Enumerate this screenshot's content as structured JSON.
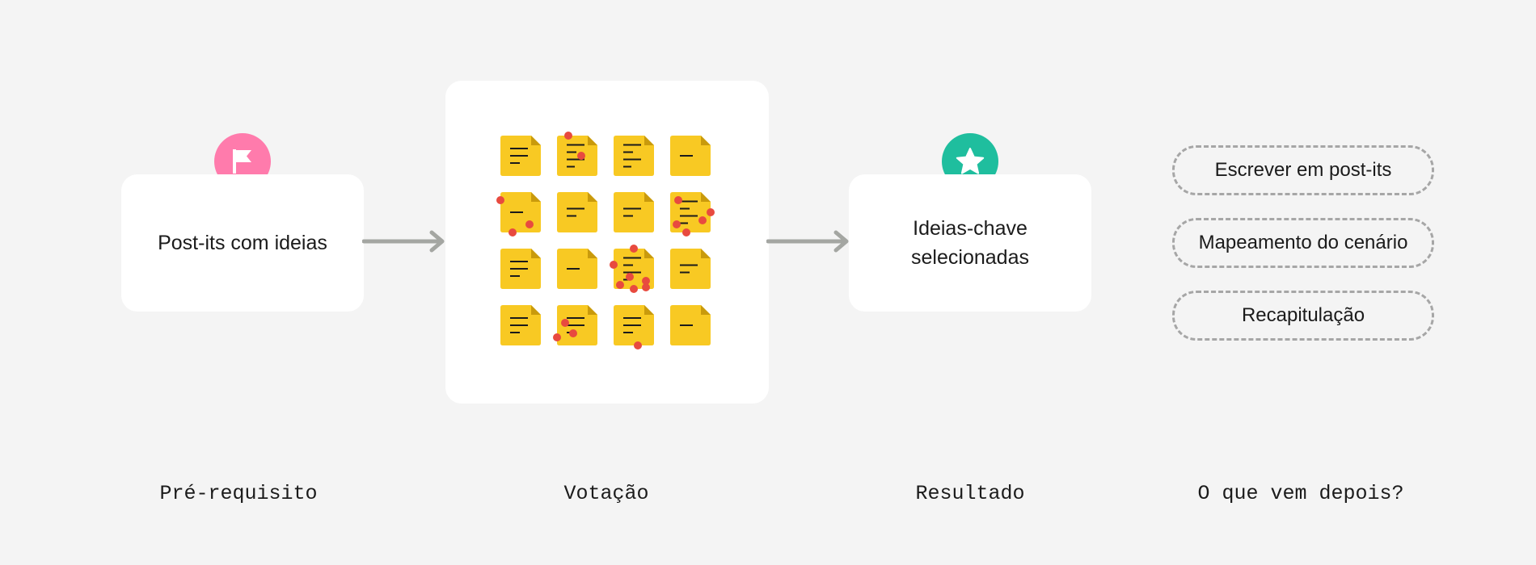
{
  "prerequisite": {
    "text": "Post-its com ideias",
    "icon": "flag-icon",
    "color": "#ff7bac"
  },
  "voting": {
    "note_color": "#f8c923",
    "dot_color": "#e84a3f",
    "notes": [
      {
        "lines": 3,
        "votes": 0
      },
      {
        "lines": 4,
        "votes": 2
      },
      {
        "lines": 4,
        "votes": 0
      },
      {
        "lines": 1,
        "votes": 0
      },
      {
        "lines": 1,
        "votes": 3
      },
      {
        "lines": 2,
        "votes": 0
      },
      {
        "lines": 2,
        "votes": 0
      },
      {
        "lines": 4,
        "votes": 5
      },
      {
        "lines": 3,
        "votes": 0
      },
      {
        "lines": 1,
        "votes": 0
      },
      {
        "lines": 4,
        "votes": 7
      },
      {
        "lines": 2,
        "votes": 0
      },
      {
        "lines": 3,
        "votes": 0
      },
      {
        "lines": 3,
        "votes": 3
      },
      {
        "lines": 3,
        "votes": 1
      },
      {
        "lines": 1,
        "votes": 0
      }
    ]
  },
  "result": {
    "text": "Ideias-chave\nselecionadas",
    "icon": "star-icon",
    "color": "#1fbe9e"
  },
  "next_steps": [
    "Escrever em post-its",
    "Mapeamento do cenário",
    "Recapitulação"
  ],
  "stages": [
    "Pré-requisito",
    "Votação",
    "Resultado",
    "O que vem depois?"
  ],
  "colors": {
    "background": "#f4f4f4",
    "arrow": "#a4a6a2",
    "pill_border": "#a6a6a6"
  }
}
